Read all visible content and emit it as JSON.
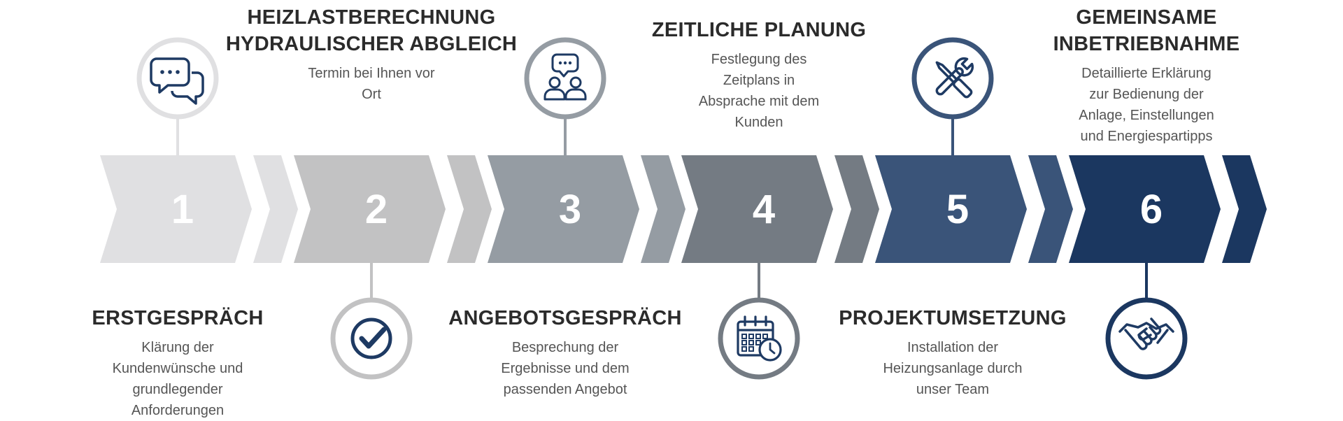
{
  "steps": [
    {
      "number": "1",
      "title_lines": [
        "ERSTGESPRÄCH"
      ],
      "desc_lines": [
        "Klärung der",
        "Kundenwünsche und",
        "grundlegender",
        "Anforderungen"
      ],
      "icon": "chat-bubbles-icon",
      "color": "#e0e0e2",
      "icon_ring_color": "#e0e0e2",
      "icon_glyph_color": "#1e3a63",
      "text_position": "below",
      "icon_position": "above"
    },
    {
      "number": "2",
      "title_lines": [
        "HEIZLASTBERECHNUNG",
        "HYDRAULISCHER ABGLEICH"
      ],
      "desc_lines": [
        "Termin bei Ihnen vor",
        "Ort"
      ],
      "icon": "checkmark-circle-icon",
      "color": "#c2c2c3",
      "icon_ring_color": "#c2c2c3",
      "icon_glyph_color": "#1e3a63",
      "text_position": "above",
      "icon_position": "below"
    },
    {
      "number": "3",
      "title_lines": [
        "ANGEBOTSGESPRÄCH"
      ],
      "desc_lines": [
        "Besprechung der",
        "Ergebnisse und dem",
        "passenden Angebot"
      ],
      "icon": "people-chat-icon",
      "color": "#959ca3",
      "icon_ring_color": "#959ca3",
      "icon_glyph_color": "#1e3a63",
      "text_position": "below",
      "icon_position": "above"
    },
    {
      "number": "4",
      "title_lines": [
        "ZEITLICHE PLANUNG"
      ],
      "desc_lines": [
        "Festlegung des",
        "Zeitplans in",
        "Absprache mit dem",
        "Kunden"
      ],
      "icon": "calendar-clock-icon",
      "color": "#747b83",
      "icon_ring_color": "#747b83",
      "icon_glyph_color": "#1e3a63",
      "text_position": "above",
      "icon_position": "below"
    },
    {
      "number": "5",
      "title_lines": [
        "PROJEKTUMSETZUNG"
      ],
      "desc_lines": [
        "Installation der",
        "Heizungsanlage durch",
        "unser Team"
      ],
      "icon": "tools-icon",
      "color": "#3a5479",
      "icon_ring_color": "#3a5479",
      "icon_glyph_color": "#1e3a63",
      "text_position": "below",
      "icon_position": "above"
    },
    {
      "number": "6",
      "title_lines": [
        "GEMEINSAME",
        "INBETRIEBNAHME"
      ],
      "desc_lines": [
        "Detaillierte Erklärung",
        "zur Bedienung der",
        "Anlage, Einstellungen",
        "und Energiespartipps"
      ],
      "icon": "handshake-icon",
      "color": "#1b3760",
      "icon_ring_color": "#1b3760",
      "icon_glyph_color": "#1e3a63",
      "text_position": "above",
      "icon_position": "below"
    }
  ],
  "number_color": "#ffffff"
}
